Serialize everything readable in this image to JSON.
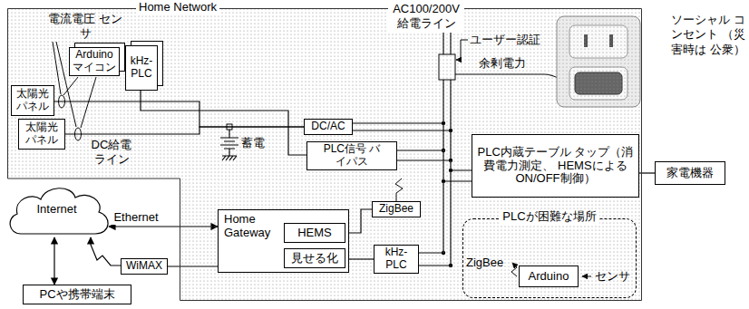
{
  "diagram": {
    "nodes": [
      {
        "text": [
          "Home Network"
        ]
      },
      {
        "text": [
          "Arduino マイコン"
        ],
        "in": 0
      },
      {
        "text": [
          "kHz-PLC"
        ],
        "in": 0
      },
      {
        "text": [
          "太陽光 パネル"
        ],
        "in": 0
      },
      {
        "text": [
          "太陽光 パネル"
        ],
        "in": 0
      },
      {
        "text": [
          "DC/AC"
        ],
        "in": 0
      },
      {
        "text": [
          "PLC信号 バイパス"
        ],
        "in": 0
      },
      {
        "text": [
          "PLC内蔵テーブル タップ（消費電力測定、 HEMSによる ON/OFF制御）"
        ],
        "in": 0
      },
      {
        "text": [
          "家電機器"
        ]
      },
      {
        "text": [
          "Internet"
        ]
      },
      {
        "text": [
          "Home Gateway"
        ],
        "in": 0
      },
      {
        "text": [
          "HEMS"
        ],
        "in": 10
      },
      {
        "text": [
          "見せる化"
        ],
        "in": 10
      },
      {
        "text": [
          "ZigBee"
        ],
        "in": 0
      },
      {
        "text": [
          "kHz-PLC"
        ],
        "in": 0
      },
      {
        "text": [
          "WiMAX"
        ]
      },
      {
        "text": [
          "PCや携帯端末"
        ]
      },
      {
        "text": [
          "PLCが困難な場所"
        ],
        "in": 0
      },
      {
        "text": [
          "Arduino"
        ],
        "in": 17
      }
    ],
    "edges": [
      {
        "from": 1,
        "to": 2,
        "arrow": "none"
      },
      {
        "from": 2,
        "to": 6,
        "arrow": "none"
      },
      {
        "from": 3,
        "to": 5,
        "arrow": "none"
      },
      {
        "from": 4,
        "to": 5,
        "arrow": "none"
      },
      {
        "from": 7,
        "to": 8,
        "arrow": "none"
      },
      {
        "from": 9,
        "to": 10,
        "label": "Ethernet",
        "arrow": "both"
      },
      {
        "from": 15,
        "to": 9,
        "arrow": "to"
      },
      {
        "from": 15,
        "to": 10,
        "arrow": "none"
      },
      {
        "from": 9,
        "to": 16,
        "arrow": "both"
      },
      {
        "from": 11,
        "to": 13,
        "arrow": "none"
      },
      {
        "from": 12,
        "to": 14,
        "arrow": "none"
      }
    ],
    "labels": [
      "電流電圧 センサ",
      "AC100/200V 給電ライン",
      "ユーザー認証",
      "ソーシャル コンセント （災害時は 公衆）",
      "余剰電力",
      "DC給電 ライン",
      "蓄電",
      "ZigBee",
      "センサ"
    ]
  }
}
